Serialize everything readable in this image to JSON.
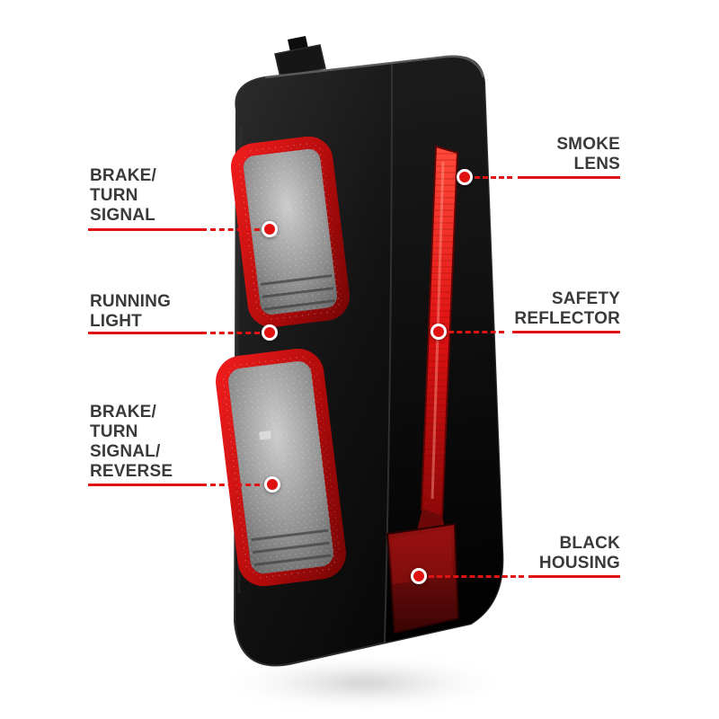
{
  "colors": {
    "accent_red": "#e01212",
    "text_dark": "#3a3a3a",
    "background": "#ffffff"
  },
  "product": {
    "type": "tail-light",
    "finish": "black housing / smoke lens"
  },
  "callouts": {
    "left": [
      {
        "id": "brake-turn-signal",
        "label": "BRAKE/\nTURN\nSIGNAL"
      },
      {
        "id": "running-light",
        "label": "RUNNING\nLIGHT"
      },
      {
        "id": "brake-turn-signal-reverse",
        "label": "BRAKE/\nTURN\nSIGNAL/\nREVERSE"
      }
    ],
    "right": [
      {
        "id": "smoke-lens",
        "label": "SMOKE\nLENS"
      },
      {
        "id": "safety-reflector",
        "label": "SAFETY\nREFLECTOR"
      },
      {
        "id": "black-housing",
        "label": "BLACK\nHOUSING"
      }
    ]
  }
}
